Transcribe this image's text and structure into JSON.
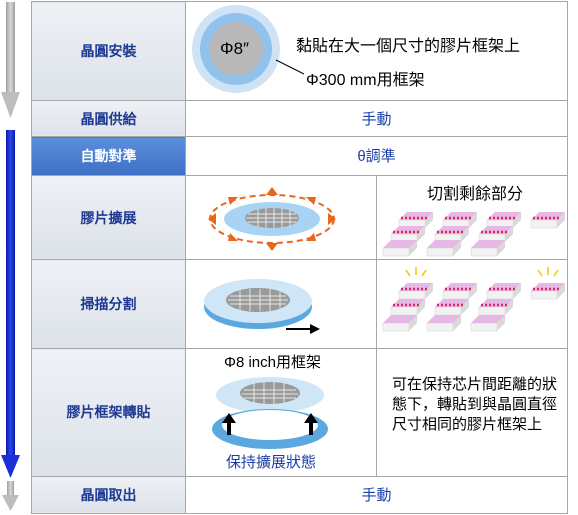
{
  "steps": [
    {
      "label": "晶圓安裝",
      "active": false
    },
    {
      "label": "晶圓供給",
      "active": false,
      "detail": "手動"
    },
    {
      "label": "自動對準",
      "active": true,
      "detail": "θ調準"
    },
    {
      "label": "膠片擴展",
      "active": false
    },
    {
      "label": "掃描分割",
      "active": false
    },
    {
      "label": "膠片框架轉貼",
      "active": false
    },
    {
      "label": "晶圓取出",
      "active": false,
      "detail": "手動"
    }
  ],
  "mount": {
    "wafer_size": "Φ8″",
    "note_attach": "黏貼在大一個尺寸的膠片框架上",
    "note_frame": "Φ300 mm用框架"
  },
  "expand": {
    "right_caption": "切割剩餘部分"
  },
  "transfer": {
    "frame_label": "Φ8 inch用框架",
    "keep_label": "保持擴展狀態",
    "note": "可在保持芯片間距離的狀態下，轉貼到與晶圓直徑尺寸相同的膠片框架上"
  },
  "colors": {
    "active_arrow": "#1c2fd6",
    "inactive_arrow": "#bfbfbf",
    "label_text": "#1f3a93",
    "active_label_bg": "#4a7fd1"
  }
}
